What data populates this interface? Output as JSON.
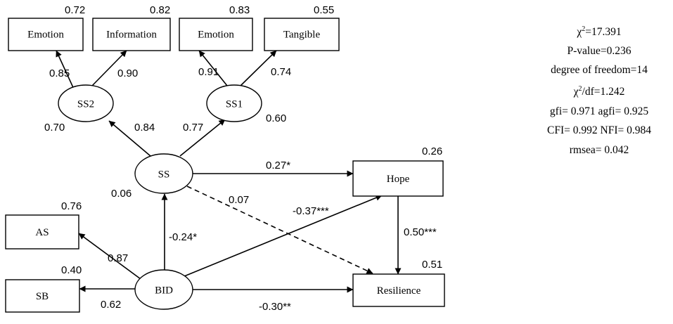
{
  "diagram": {
    "nodes": {
      "emotion_ss2": {
        "label": "Emotion",
        "r2": "0.72"
      },
      "information": {
        "label": "Information",
        "r2": "0.82"
      },
      "emotion_ss1": {
        "label": "Emotion",
        "r2": "0.83"
      },
      "tangible": {
        "label": "Tangible",
        "r2": "0.55"
      },
      "ss2": {
        "label": "SS2",
        "r2": "0.70"
      },
      "ss1": {
        "label": "SS1",
        "r2": "0.60"
      },
      "ss": {
        "label": "SS",
        "r2": "0.06"
      },
      "hope": {
        "label": "Hope",
        "r2": "0.26"
      },
      "resilience": {
        "label": "Resilience",
        "r2": "0.51"
      },
      "as": {
        "label": "AS",
        "r2": "0.76"
      },
      "sb": {
        "label": "SB",
        "r2": "0.40"
      },
      "bid": {
        "label": "BID"
      }
    },
    "paths": {
      "ss2_emotion": "0.85",
      "ss2_information": "0.90",
      "ss1_emotion": "0.91",
      "ss1_tangible": "0.74",
      "ss_ss2": "0.84",
      "ss_ss1": "0.77",
      "ss_hope": "0.27*",
      "ss_resilience": "0.07",
      "bid_hope": "-0.37***",
      "bid_ss": "-0.24*",
      "hope_resilience": "0.50***",
      "bid_as": "0.87",
      "bid_sb": "0.62",
      "bid_resilience": "-0.30**"
    }
  },
  "fit_stats": {
    "chi2_symbol": "χ",
    "chi2_sup": "2",
    "chi2_value": "=17.391",
    "p_value": "P-value=0.236",
    "dof": "degree of freedom=14",
    "chi2df_symbol": "χ",
    "chi2df_sup": "2",
    "chi2df_value": "/df=1.242",
    "gfi_agfi": "gfi= 0.971 agfi= 0.925",
    "cfi_nfi": "CFI= 0.992 NFI= 0.984",
    "rmsea": "rmsea= 0.042"
  }
}
